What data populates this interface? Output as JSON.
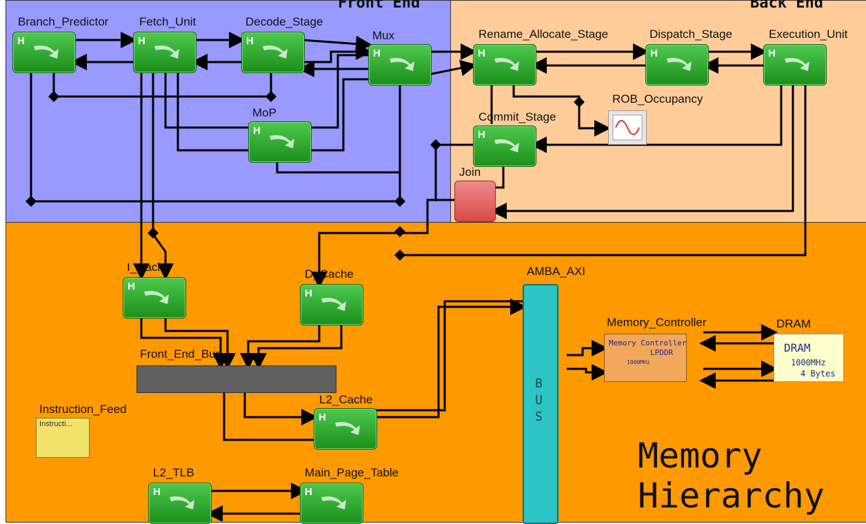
{
  "regions": {
    "front_end": "Front End",
    "back_end": "Back End",
    "memory_hierarchy": "Memory\nHierarchy"
  },
  "blocks": {
    "branch_predictor": "Branch_Predictor",
    "fetch_unit": "Fetch_Unit",
    "decode_stage": "Decode_Stage",
    "mux": "Mux",
    "mop": "MoP",
    "rename_allocate_stage": "Rename_Allocate_Stage",
    "dispatch_stage": "Dispatch_Stage",
    "execution_unit": "Execution_Unit",
    "commit_stage": "Commit_Stage",
    "rob_occupancy": "ROB_Occupancy",
    "join": "Join",
    "i_cache": "I_Cache",
    "d_cache": "D_Cache",
    "front_end_bus": "Front_End_Bus",
    "l2_cache": "L2_Cache",
    "amba_axi": "AMBA_AXI",
    "memory_controller": "Memory_Controller",
    "dram": "DRAM",
    "instruction_feed": "Instruction_Feed",
    "l2_tlb": "L2_TLB",
    "main_page_table": "Main_Page_Table"
  },
  "block_glyph": "H",
  "bus_text": "BUS",
  "memory_controller_box": {
    "line1": "Memory Controller",
    "line2": "LPDDR",
    "line3": "1000MHz"
  },
  "dram_box": {
    "line1": "DRAM",
    "line2": "1000MHz",
    "line3": "4 Bytes"
  },
  "instruction_feed_box": "Instructi...",
  "colors": {
    "front_end_bg": "#9999ff",
    "back_end_bg": "#ffcc99",
    "memory_bg": "#ff9900",
    "block_green": "#33b033",
    "join_red": "#e06060",
    "bus_cyan": "#2cc4c4"
  }
}
